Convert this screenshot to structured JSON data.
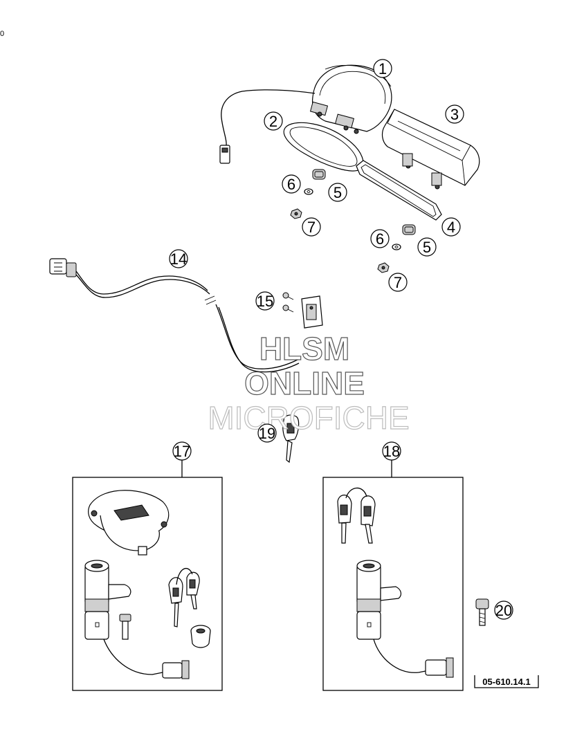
{
  "corner_label": "0",
  "reference_code": "05-610.14.1",
  "watermark": {
    "line1": "HLSM",
    "line2": "ONLINE",
    "line3": "MICROFICHE"
  },
  "callouts": {
    "c1": "1",
    "c2": "2",
    "c3": "3",
    "c4": "4",
    "c5a": "5",
    "c5b": "5",
    "c6a": "6",
    "c6b": "6",
    "c7a": "7",
    "c7b": "7",
    "c14": "14",
    "c15": "15",
    "c17": "17",
    "c18": "18",
    "c19": "19",
    "c20": "20"
  }
}
